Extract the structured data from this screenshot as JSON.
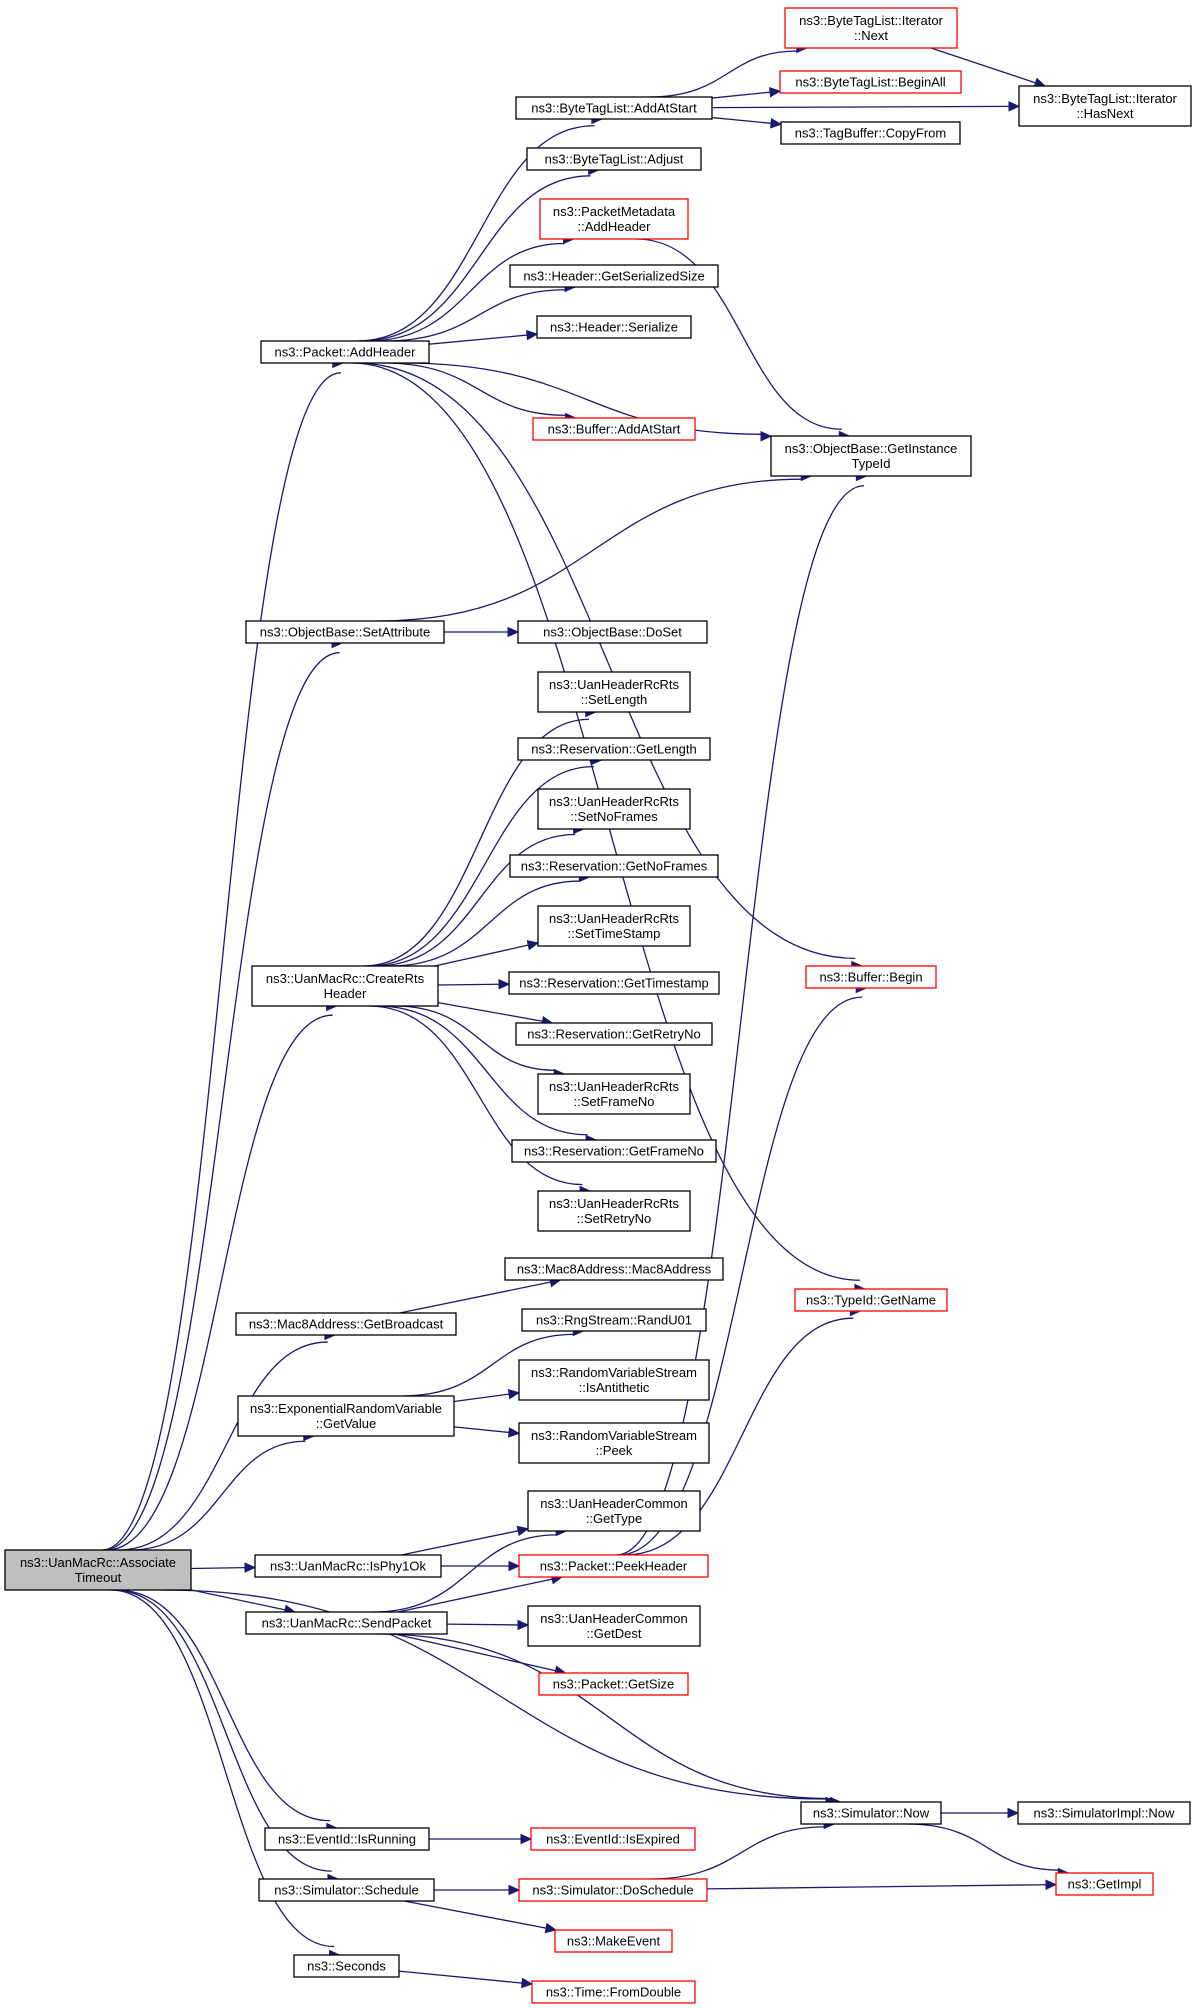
{
  "colors": {
    "edge": "#191970",
    "node_border": "#000000",
    "node_border_truncated": "#ff0000",
    "node_fill": "#ffffff",
    "root_fill": "#bfbfbf"
  },
  "nodes": [
    {
      "id": "root",
      "lines": [
        "ns3::UanMacRc::Associate",
        "Timeout"
      ],
      "style": "root"
    },
    {
      "id": "addheader",
      "lines": [
        "ns3::Packet::AddHeader"
      ],
      "style": "normal"
    },
    {
      "id": "setattribute",
      "lines": [
        "ns3::ObjectBase::SetAttribute"
      ],
      "style": "normal"
    },
    {
      "id": "creartsheader",
      "lines": [
        "ns3::UanMacRc::CreateRts",
        "Header"
      ],
      "style": "normal"
    },
    {
      "id": "getbroadcast",
      "lines": [
        "ns3::Mac8Address::GetBroadcast"
      ],
      "style": "normal"
    },
    {
      "id": "expgetvalue",
      "lines": [
        "ns3::ExponentialRandomVariable",
        "::GetValue"
      ],
      "style": "normal"
    },
    {
      "id": "isphy1ok",
      "lines": [
        "ns3::UanMacRc::IsPhy1Ok"
      ],
      "style": "normal"
    },
    {
      "id": "sendpacket",
      "lines": [
        "ns3::UanMacRc::SendPacket"
      ],
      "style": "normal"
    },
    {
      "id": "isrunning",
      "lines": [
        "ns3::EventId::IsRunning"
      ],
      "style": "normal"
    },
    {
      "id": "simschedule",
      "lines": [
        "ns3::Simulator::Schedule"
      ],
      "style": "normal"
    },
    {
      "id": "seconds",
      "lines": [
        "ns3::Seconds"
      ],
      "style": "normal"
    },
    {
      "id": "addatstart",
      "lines": [
        "ns3::ByteTagList::AddAtStart"
      ],
      "style": "normal"
    },
    {
      "id": "adjust",
      "lines": [
        "ns3::ByteTagList::Adjust"
      ],
      "style": "normal"
    },
    {
      "id": "pmaddheader",
      "lines": [
        "ns3::PacketMetadata",
        "::AddHeader"
      ],
      "style": "truncated"
    },
    {
      "id": "getserializedsize",
      "lines": [
        "ns3::Header::GetSerializedSize"
      ],
      "style": "normal"
    },
    {
      "id": "hserialize",
      "lines": [
        "ns3::Header::Serialize"
      ],
      "style": "normal"
    },
    {
      "id": "bufaddatstart",
      "lines": [
        "ns3::Buffer::AddAtStart"
      ],
      "style": "truncated"
    },
    {
      "id": "iternext",
      "lines": [
        "ns3::ByteTagList::Iterator",
        "::Next"
      ],
      "style": "truncated"
    },
    {
      "id": "beginall",
      "lines": [
        "ns3::ByteTagList::BeginAll"
      ],
      "style": "truncated"
    },
    {
      "id": "copyfrom",
      "lines": [
        "ns3::TagBuffer::CopyFrom"
      ],
      "style": "normal"
    },
    {
      "id": "hasnext",
      "lines": [
        "ns3::ByteTagList::Iterator",
        "::HasNext"
      ],
      "style": "normal"
    },
    {
      "id": "getinstancetypeid",
      "lines": [
        "ns3::ObjectBase::GetInstance",
        "TypeId"
      ],
      "style": "normal"
    },
    {
      "id": "doset",
      "lines": [
        "ns3::ObjectBase::DoSet"
      ],
      "style": "normal"
    },
    {
      "id": "setlength",
      "lines": [
        "ns3::UanHeaderRcRts",
        "::SetLength"
      ],
      "style": "normal"
    },
    {
      "id": "getlength",
      "lines": [
        "ns3::Reservation::GetLength"
      ],
      "style": "normal"
    },
    {
      "id": "setnoframes",
      "lines": [
        "ns3::UanHeaderRcRts",
        "::SetNoFrames"
      ],
      "style": "normal"
    },
    {
      "id": "getnoframes",
      "lines": [
        "ns3::Reservation::GetNoFrames"
      ],
      "style": "normal"
    },
    {
      "id": "settimestamp",
      "lines": [
        "ns3::UanHeaderRcRts",
        "::SetTimeStamp"
      ],
      "style": "normal"
    },
    {
      "id": "gettimestamp",
      "lines": [
        "ns3::Reservation::GetTimestamp"
      ],
      "style": "normal"
    },
    {
      "id": "getretryno",
      "lines": [
        "ns3::Reservation::GetRetryNo"
      ],
      "style": "normal"
    },
    {
      "id": "setframeno",
      "lines": [
        "ns3::UanHeaderRcRts",
        "::SetFrameNo"
      ],
      "style": "normal"
    },
    {
      "id": "getframeno",
      "lines": [
        "ns3::Reservation::GetFrameNo"
      ],
      "style": "normal"
    },
    {
      "id": "setretryno",
      "lines": [
        "ns3::UanHeaderRcRts",
        "::SetRetryNo"
      ],
      "style": "normal"
    },
    {
      "id": "bufbegin",
      "lines": [
        "ns3::Buffer::Begin"
      ],
      "style": "truncated"
    },
    {
      "id": "mac8address",
      "lines": [
        "ns3::Mac8Address::Mac8Address"
      ],
      "style": "normal"
    },
    {
      "id": "typeidgetname",
      "lines": [
        "ns3::TypeId::GetName"
      ],
      "style": "truncated"
    },
    {
      "id": "randu01",
      "lines": [
        "ns3::RngStream::RandU01"
      ],
      "style": "normal"
    },
    {
      "id": "isantithetic",
      "lines": [
        "ns3::RandomVariableStream",
        "::IsAntithetic"
      ],
      "style": "normal"
    },
    {
      "id": "rvspeek",
      "lines": [
        "ns3::RandomVariableStream",
        "::Peek"
      ],
      "style": "normal"
    },
    {
      "id": "commongettype",
      "lines": [
        "ns3::UanHeaderCommon",
        "::GetType"
      ],
      "style": "normal"
    },
    {
      "id": "peekheader",
      "lines": [
        "ns3::Packet::PeekHeader"
      ],
      "style": "truncated"
    },
    {
      "id": "commongetdest",
      "lines": [
        "ns3::UanHeaderCommon",
        "::GetDest"
      ],
      "style": "normal"
    },
    {
      "id": "packetgetsize",
      "lines": [
        "ns3::Packet::GetSize"
      ],
      "style": "truncated"
    },
    {
      "id": "simnow",
      "lines": [
        "ns3::Simulator::Now"
      ],
      "style": "normal"
    },
    {
      "id": "simimplnow",
      "lines": [
        "ns3::SimulatorImpl::Now"
      ],
      "style": "normal"
    },
    {
      "id": "getimpl",
      "lines": [
        "ns3::GetImpl"
      ],
      "style": "truncated"
    },
    {
      "id": "isexpired",
      "lines": [
        "ns3::EventId::IsExpired"
      ],
      "style": "truncated"
    },
    {
      "id": "doschedule",
      "lines": [
        "ns3::Simulator::DoSchedule"
      ],
      "style": "truncated"
    },
    {
      "id": "makeevent",
      "lines": [
        "ns3::MakeEvent"
      ],
      "style": "truncated"
    },
    {
      "id": "fromdouble",
      "lines": [
        "ns3::Time::FromDouble"
      ],
      "style": "truncated"
    }
  ],
  "edges": [
    [
      "root",
      "addheader"
    ],
    [
      "root",
      "setattribute"
    ],
    [
      "root",
      "creartsheader"
    ],
    [
      "root",
      "getbroadcast"
    ],
    [
      "root",
      "expgetvalue"
    ],
    [
      "root",
      "isphy1ok"
    ],
    [
      "root",
      "sendpacket"
    ],
    [
      "root",
      "simnow"
    ],
    [
      "root",
      "isrunning"
    ],
    [
      "root",
      "simschedule"
    ],
    [
      "root",
      "seconds"
    ],
    [
      "addheader",
      "addatstart"
    ],
    [
      "addheader",
      "adjust"
    ],
    [
      "addheader",
      "pmaddheader"
    ],
    [
      "addheader",
      "getserializedsize"
    ],
    [
      "addheader",
      "hserialize"
    ],
    [
      "addheader",
      "getinstancetypeid"
    ],
    [
      "addheader",
      "bufaddatstart"
    ],
    [
      "addheader",
      "bufbegin"
    ],
    [
      "addheader",
      "typeidgetname"
    ],
    [
      "addatstart",
      "iternext"
    ],
    [
      "addatstart",
      "beginall"
    ],
    [
      "addatstart",
      "copyfrom"
    ],
    [
      "addatstart",
      "hasnext"
    ],
    [
      "iternext",
      "hasnext"
    ],
    [
      "pmaddheader",
      "getinstancetypeid"
    ],
    [
      "setattribute",
      "getinstancetypeid"
    ],
    [
      "setattribute",
      "doset"
    ],
    [
      "creartsheader",
      "setlength"
    ],
    [
      "creartsheader",
      "getlength"
    ],
    [
      "creartsheader",
      "setnoframes"
    ],
    [
      "creartsheader",
      "getnoframes"
    ],
    [
      "creartsheader",
      "settimestamp"
    ],
    [
      "creartsheader",
      "gettimestamp"
    ],
    [
      "creartsheader",
      "getretryno"
    ],
    [
      "creartsheader",
      "setframeno"
    ],
    [
      "creartsheader",
      "getframeno"
    ],
    [
      "creartsheader",
      "setretryno"
    ],
    [
      "getbroadcast",
      "mac8address"
    ],
    [
      "expgetvalue",
      "randu01"
    ],
    [
      "expgetvalue",
      "isantithetic"
    ],
    [
      "expgetvalue",
      "rvspeek"
    ],
    [
      "isphy1ok",
      "commongettype"
    ],
    [
      "isphy1ok",
      "peekheader"
    ],
    [
      "sendpacket",
      "commongettype"
    ],
    [
      "sendpacket",
      "peekheader"
    ],
    [
      "sendpacket",
      "commongetdest"
    ],
    [
      "sendpacket",
      "packetgetsize"
    ],
    [
      "sendpacket",
      "simnow"
    ],
    [
      "peekheader",
      "getinstancetypeid"
    ],
    [
      "peekheader",
      "bufbegin"
    ],
    [
      "peekheader",
      "typeidgetname"
    ],
    [
      "simnow",
      "simimplnow"
    ],
    [
      "simnow",
      "getimpl"
    ],
    [
      "isrunning",
      "isexpired"
    ],
    [
      "simschedule",
      "doschedule"
    ],
    [
      "simschedule",
      "makeevent"
    ],
    [
      "doschedule",
      "simnow"
    ],
    [
      "doschedule",
      "getimpl"
    ],
    [
      "seconds",
      "fromdouble"
    ]
  ]
}
